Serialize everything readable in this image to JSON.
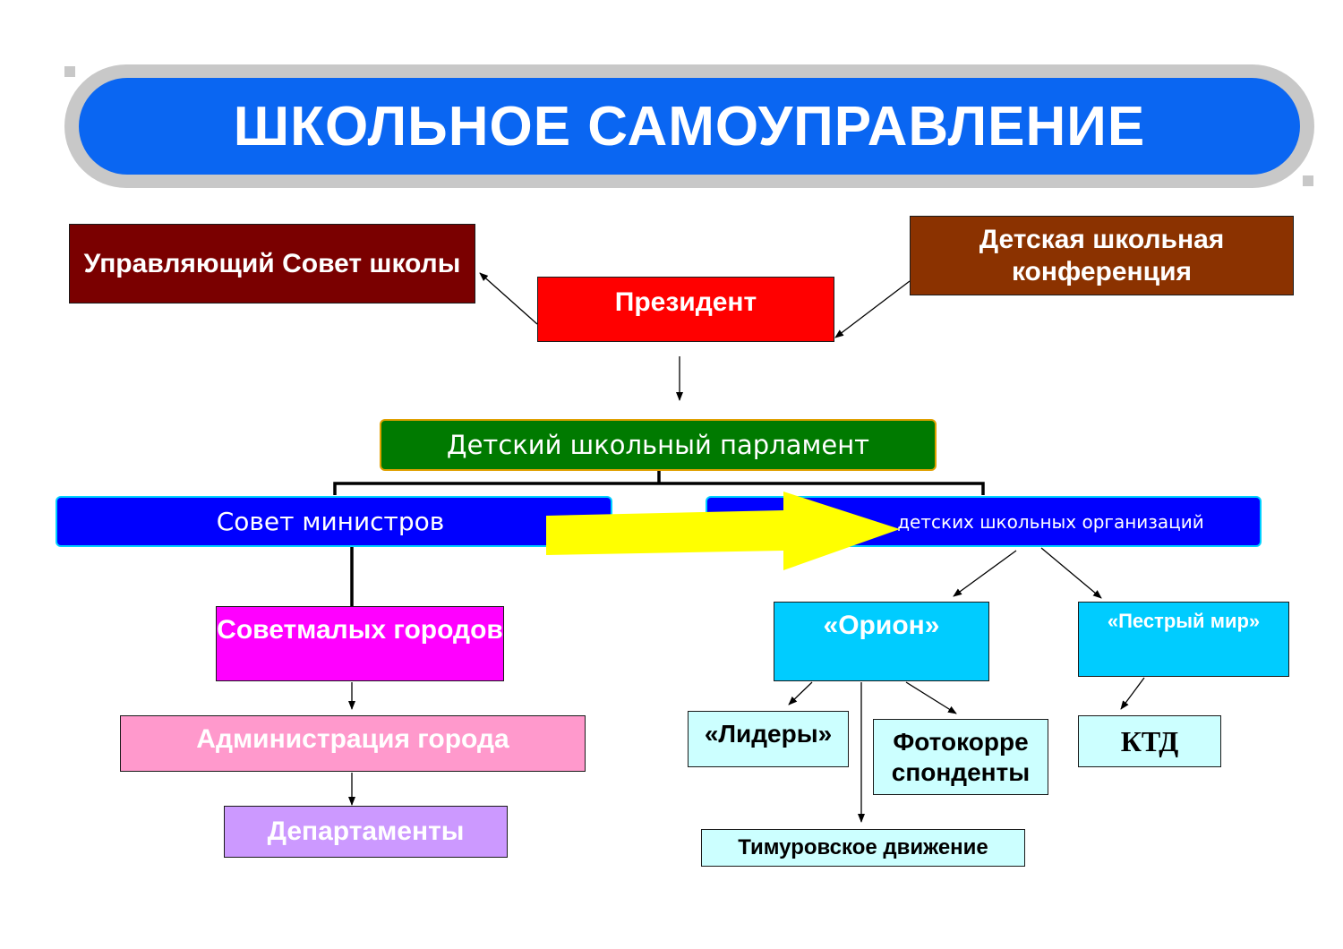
{
  "title": "ШКОЛЬНОЕ САМОУПРАВЛЕНИЕ",
  "nodes": {
    "governing_council": "Управляющий Совет школы",
    "children_conference": "Детская школьная конференция",
    "president": "Президент",
    "parliament": "Детский школьный парламент",
    "ministers": "Совет министров",
    "union": "детских школьных организаций",
    "small_cities": "Советмалых городов",
    "city_admin": "Администрация города",
    "departments": "Департаменты",
    "orion": "«Орион»",
    "motley_world": "«Пестрый мир»",
    "leaders": "«Лидеры»",
    "photo": "Фотокорре спонденты",
    "ktd": "КТД",
    "timur": "Тимуровское движение"
  },
  "colors": {
    "title_bar": "#0a66f2",
    "title_frame": "#c8c8c8",
    "council": "#7a0000",
    "conference": "#8b3200",
    "president": "#ff0000",
    "parliament": "#007a00",
    "ministers": "#0000ff",
    "small_cities": "#ff00ff",
    "city_admin": "#ff99cc",
    "departments": "#cc99ff",
    "orion": "#00ccff",
    "leaf": "#ccffff",
    "big_arrow": "#ffff00"
  }
}
